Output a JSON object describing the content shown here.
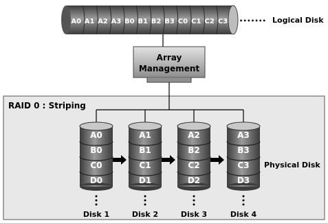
{
  "logical": {
    "segments": [
      "A0",
      "A1",
      "A2",
      "A3",
      "B0",
      "B1",
      "B2",
      "B3",
      "C0",
      "C1",
      "C2",
      "C3"
    ],
    "dots": "•••••••",
    "label": "Logical Disk"
  },
  "array_management": {
    "line1": "Array",
    "line2": "Management"
  },
  "raid": {
    "title": "RAID 0 : Striping",
    "physical_label": "Physical Disk",
    "disks": [
      {
        "name": "Disk 1",
        "blocks": [
          "A0",
          "B0",
          "C0",
          "D0"
        ]
      },
      {
        "name": "Disk 2",
        "blocks": [
          "A1",
          "B1",
          "C1",
          "D1"
        ]
      },
      {
        "name": "Disk 3",
        "blocks": [
          "A2",
          "B2",
          "C2",
          "D2"
        ]
      },
      {
        "name": "Disk 4",
        "blocks": [
          "A3",
          "B3",
          "C3",
          "D3"
        ]
      }
    ],
    "vertical_dots": "⋮"
  },
  "colors": {
    "dark": "#3a3a3a",
    "mid": "#777777",
    "light": "#bdbdbd",
    "panel": "#e8e8e8"
  }
}
